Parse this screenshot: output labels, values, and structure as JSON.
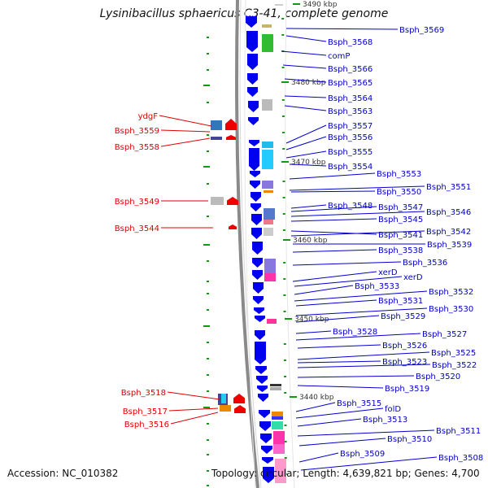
{
  "title": "Lysinibacillus sphaericus C3-41, complete genome",
  "footer": {
    "accession": "Accession: NC_010382",
    "summary": "Topology: circular; Length: 4,639,821 bp; Genes: 4,700"
  },
  "colors": {
    "minus_label": "#dd0000",
    "plus_label": "#0000cc",
    "arrow": "#0000ee",
    "minus_arrow": "#ee0000",
    "backbone": "#8a8a8a",
    "tick": "#119911"
  },
  "scale_labels": [
    {
      "text": "3490 kbp",
      "kbp": 3490
    },
    {
      "text": "3480 kbp",
      "kbp": 3480
    },
    {
      "text": "3470 kbp",
      "kbp": 3470
    },
    {
      "text": "3460 kbp",
      "kbp": 3460
    },
    {
      "text": "3450 kbp",
      "kbp": 3450
    },
    {
      "text": "3440 kbp",
      "kbp": 3440
    }
  ],
  "minus_labels": [
    "ydgF",
    "Bsph_3559",
    "Bsph_3558",
    "Bsph_3549",
    "Bsph_3544",
    "Bsph_3518",
    "Bsph_3517",
    "Bsph_3516"
  ],
  "plus_labels": [
    "Bsph_3569",
    "Bsph_3568",
    "comP",
    "Bsph_3566",
    "Bsph_3565",
    "Bsph_3564",
    "Bsph_3563",
    "Bsph_3557",
    "Bsph_3556",
    "Bsph_3555",
    "Bsph_3554",
    "Bsph_3553",
    "Bsph_3551",
    "Bsph_3550",
    "Bsph_3548",
    "Bsph_3547",
    "Bsph_3546",
    "Bsph_3545",
    "Bsph_3542",
    "Bsph_3541",
    "Bsph_3539",
    "Bsph_3538",
    "Bsph_3536",
    "xerD",
    "xerD",
    "Bsph_3533",
    "Bsph_3532",
    "Bsph_3531",
    "Bsph_3530",
    "Bsph_3529",
    "Bsph_3528",
    "Bsph_3527",
    "Bsph_3526",
    "Bsph_3525",
    "Bsph_3523",
    "Bsph_3522",
    "Bsph_3520",
    "Bsph_3519",
    "Bsph_3515",
    "folD",
    "Bsph_3513",
    "Bsph_3511",
    "Bsph_3510",
    "Bsph_3509",
    "Bsph_3508"
  ]
}
